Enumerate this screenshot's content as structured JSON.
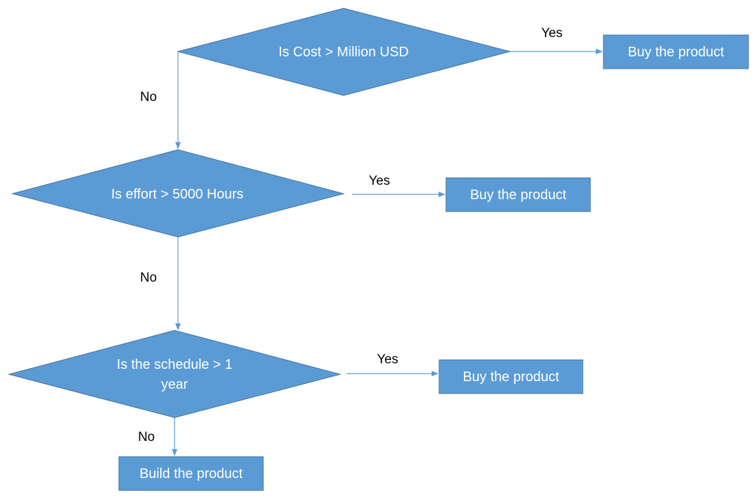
{
  "colors": {
    "fill": "#5b9bd5",
    "stroke": "#41719c",
    "line": "#5b9bd5",
    "text": "#ffffff"
  },
  "decisions": [
    {
      "id": "cost",
      "text": "Is Cost > Million USD"
    },
    {
      "id": "effort",
      "text": "Is effort > 5000 Hours"
    },
    {
      "id": "schedule",
      "line1": "Is the schedule > 1",
      "line2": "year"
    }
  ],
  "outcomes": [
    {
      "id": "buy-1",
      "text": "Buy the product"
    },
    {
      "id": "buy-2",
      "text": "Buy the product"
    },
    {
      "id": "buy-3",
      "text": "Buy the product"
    },
    {
      "id": "build",
      "text": "Build the product"
    }
  ],
  "edge_labels": {
    "yes_1": "Yes",
    "no_1": "No",
    "yes_2": "Yes",
    "no_2": "No",
    "yes_3": "Yes",
    "no_3": "No"
  }
}
